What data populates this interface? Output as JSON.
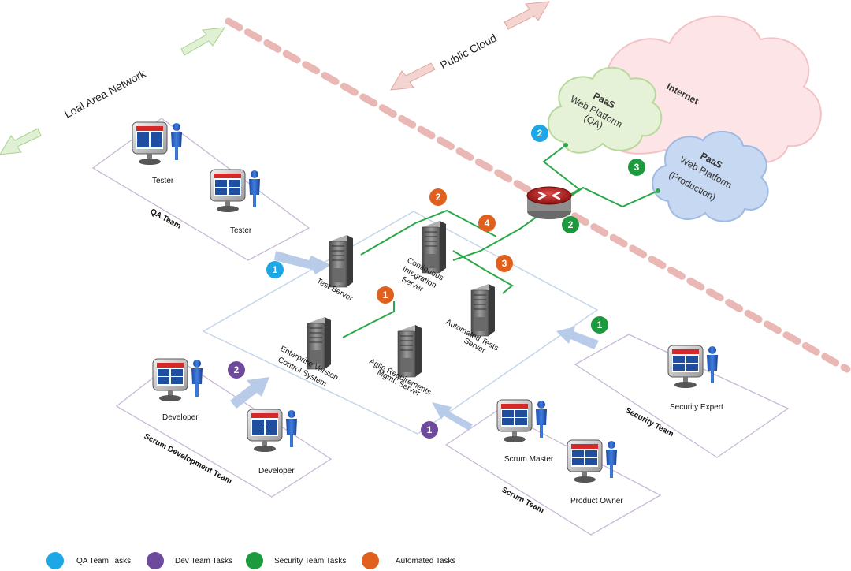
{
  "zones": {
    "lan": "Loal Area Network",
    "cloud": "Public Cloud"
  },
  "clouds": {
    "internet": "Internet",
    "qa": {
      "title": "PaaS",
      "line1": "Web Platform",
      "line2": "(QA)"
    },
    "prod": {
      "title": "PaaS",
      "line1": "Web Platform",
      "line2": "(Production)"
    }
  },
  "servers": {
    "test": "Test Server",
    "ci": [
      "Continuous",
      "Integration",
      "Server"
    ],
    "auto": [
      "Automated Tests",
      "Server"
    ],
    "vcs": [
      "Enterprise Version",
      "Control System"
    ],
    "agile": [
      "Agile Requirements",
      "Mgmt. Server"
    ]
  },
  "people": {
    "tester1": "Tester",
    "tester2": "Tester",
    "dev1": "Developer",
    "dev2": "Developer",
    "sec": "Security Expert",
    "sm": "Scrum Master",
    "po": "Product Owner"
  },
  "teams": {
    "qa": "QA Team",
    "dev": "Scrum Development Team",
    "sec": "Security Team",
    "scrum": "Scrum Team"
  },
  "badges": {
    "qa1": "1",
    "qa2": "2",
    "dev1": "1",
    "dev2": "2",
    "sec1": "1",
    "sec2": "2",
    "sec3": "3",
    "auto1": "1",
    "auto2": "2",
    "auto3": "3",
    "auto4": "4"
  },
  "legend": {
    "qa": "QA Team Tasks",
    "dev": "Dev  Team Tasks",
    "sec": "Security Team Tasks",
    "auto": "Automated Tasks"
  },
  "colors": {
    "qa": "#1ea7e6",
    "dev": "#6e4a9c",
    "sec": "#1e9a3e",
    "auto": "#e0601e",
    "link": "#2aa84a",
    "arrow": "#b8cbe8",
    "boundary": "#e8b8b4"
  }
}
